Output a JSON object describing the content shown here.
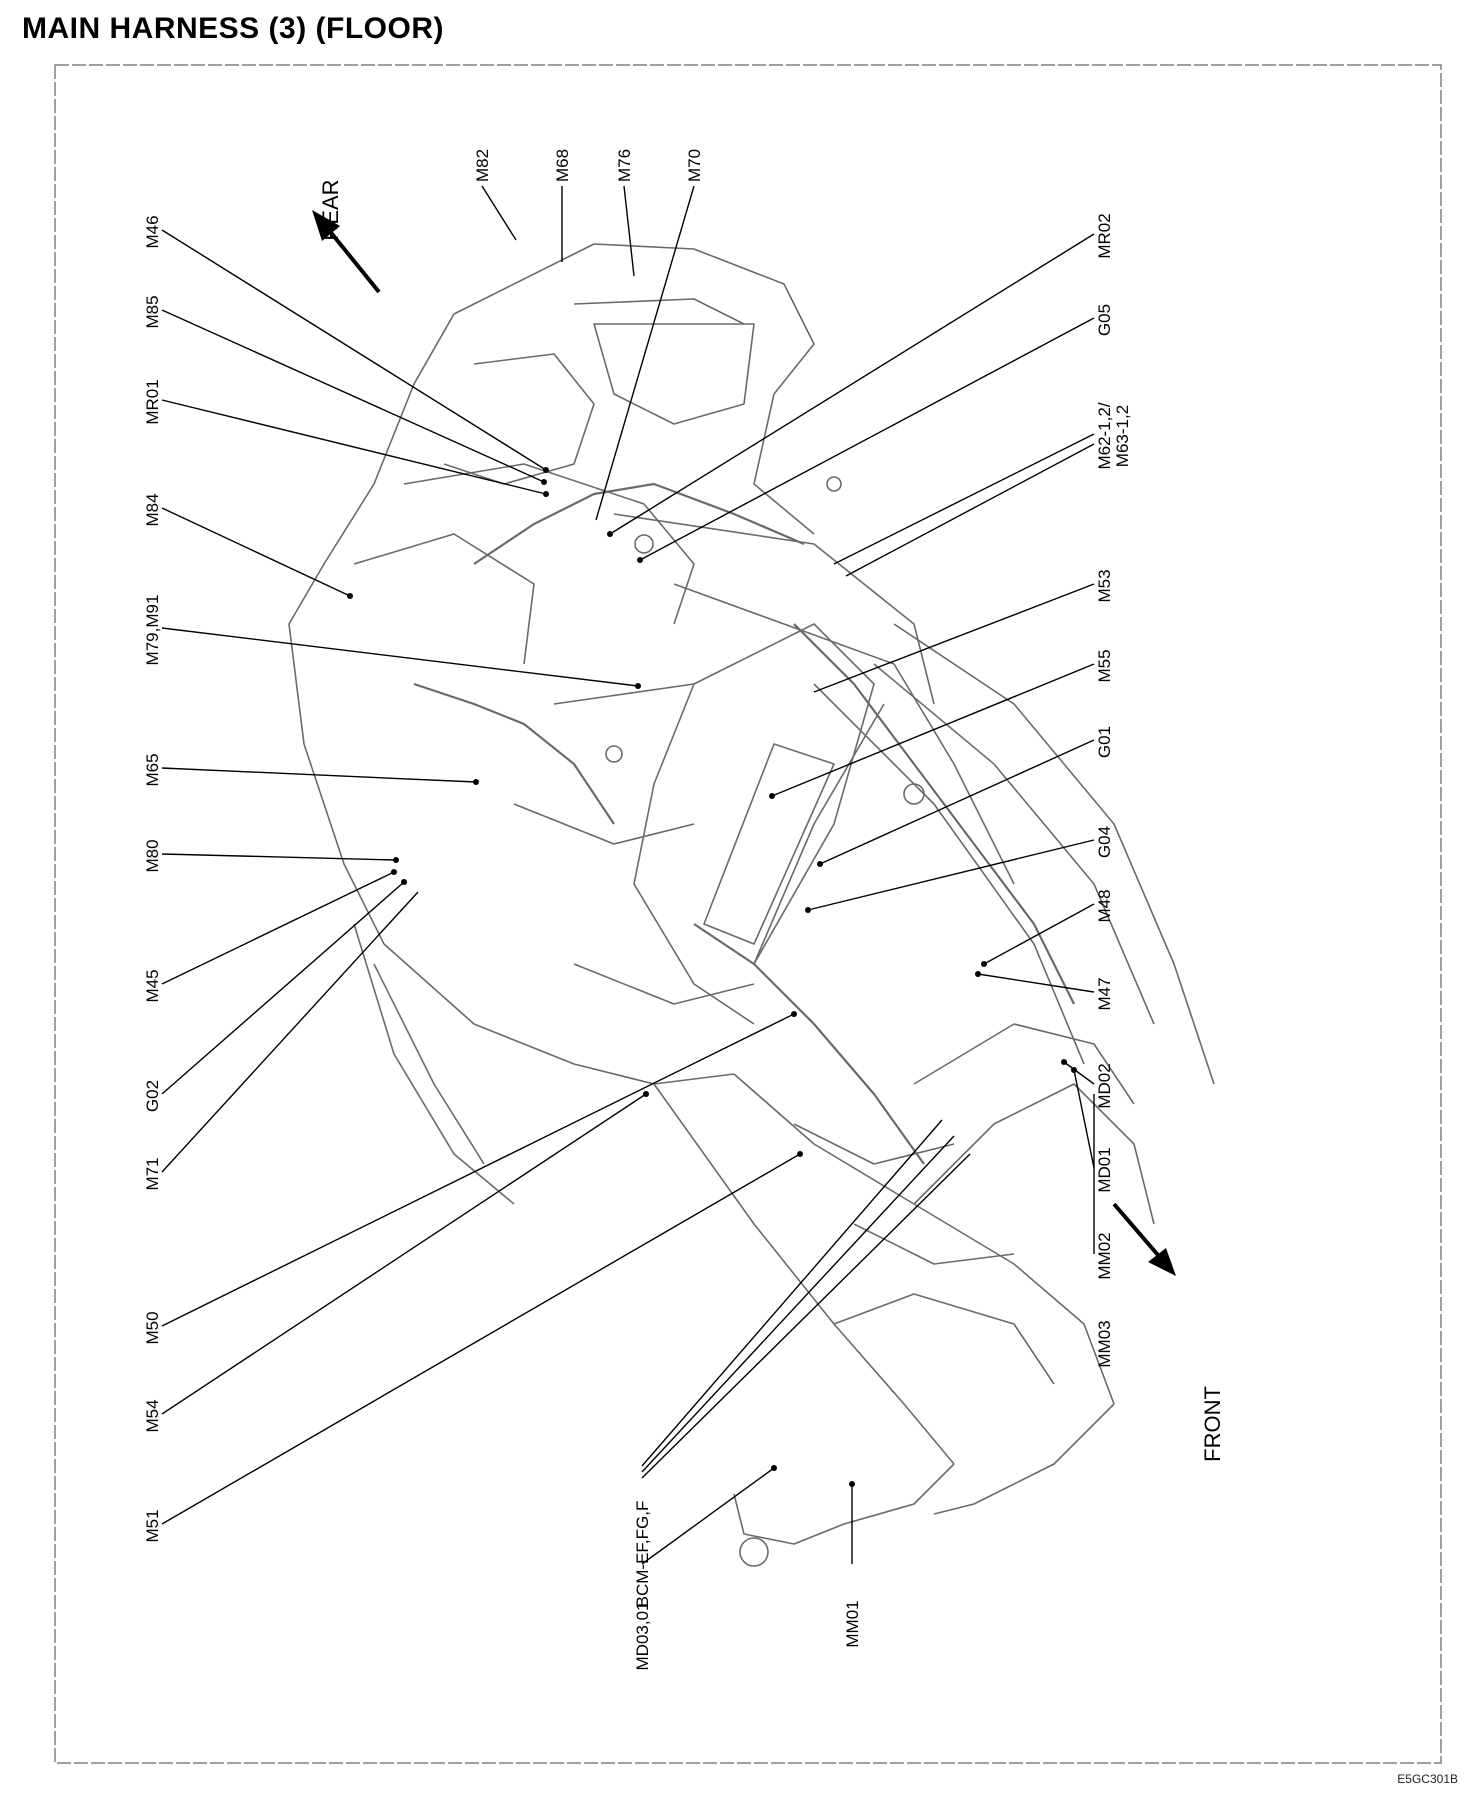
{
  "title": "MAIN HARNESS (3) (FLOOR)",
  "figure_code": "E5GC301B",
  "direction_labels": {
    "rear": "REAR",
    "front": "FRONT"
  },
  "labels_left": [
    "M46",
    "M85",
    "MR01",
    "M84",
    "M79,M91",
    "M65",
    "M80",
    "M45",
    "G02",
    "M71",
    "M50",
    "M54",
    "M51"
  ],
  "labels_top": [
    "M82",
    "M68",
    "M76",
    "M70"
  ],
  "labels_right": [
    "MR02",
    "G05",
    "M62-1,2/",
    "M63-1,2",
    "M53",
    "M55",
    "G01",
    "G04",
    "M48",
    "M47",
    "MD02",
    "MD01",
    "MM02",
    "MM03"
  ],
  "labels_bottom": [
    "BCM-EF,FG,F",
    "MD03,01",
    "MM01"
  ],
  "colors": {
    "ink": "#000000",
    "drawing": "#6a6a6a",
    "frame": "#808080"
  }
}
